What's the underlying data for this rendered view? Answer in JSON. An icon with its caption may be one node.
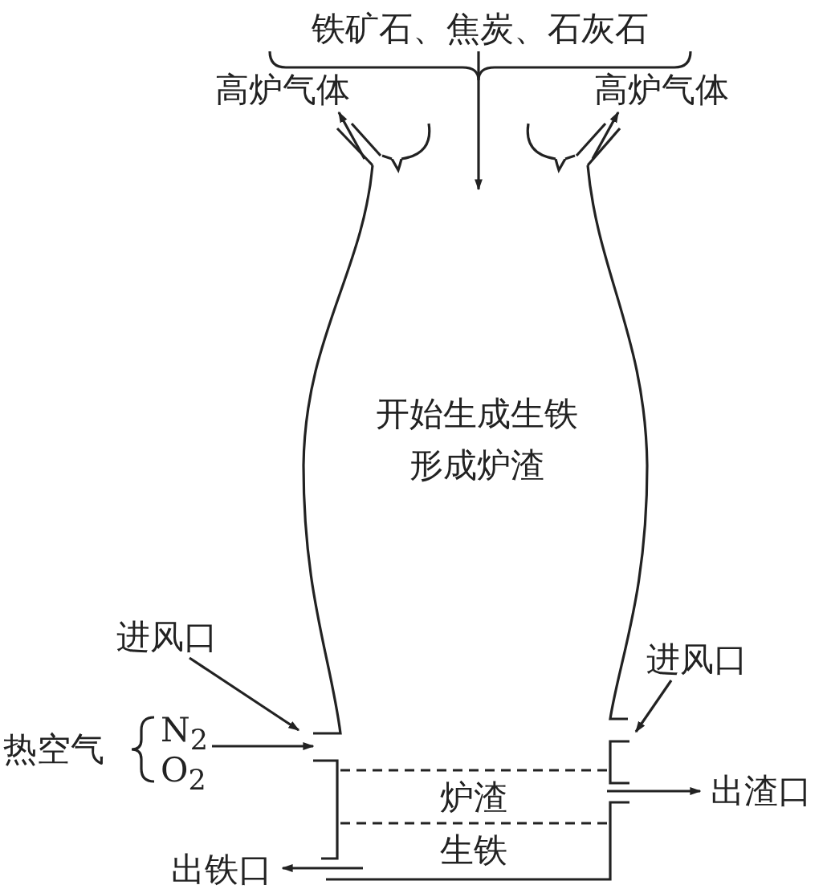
{
  "diagram": {
    "nodes": [
      {
        "text": [
          "开始生成生铁",
          "形成炉渣"
        ]
      },
      {
        "text": [
          "铁矿石、焦炭、石灰石"
        ]
      },
      {
        "text": [
          "高炉气体"
        ]
      },
      {
        "text": [
          "高炉气体"
        ]
      },
      {
        "text": [
          "进风口"
        ]
      },
      {
        "text": [
          "进风口"
        ]
      },
      {
        "text": [
          "热空气",
          "N$_{2}$",
          "O$_{2}$"
        ]
      },
      {
        "text": [
          "炉渣"
        ],
        "in": 0
      },
      {
        "text": [
          "生铁"
        ],
        "in": 0
      },
      {
        "text": [
          "出渣口"
        ]
      },
      {
        "text": [
          "出铁口"
        ]
      }
    ],
    "edges": [
      {
        "from": 1,
        "to": 0,
        "arrow": "to"
      },
      {
        "from": 0,
        "to": 2,
        "arrow": "to"
      },
      {
        "from": 0,
        "to": 3,
        "arrow": "to"
      },
      {
        "from": 4,
        "to": 0,
        "arrow": "to"
      },
      {
        "from": 5,
        "to": 0,
        "arrow": "to"
      },
      {
        "from": 6,
        "to": 0,
        "arrow": "to"
      },
      {
        "from": 7,
        "to": 9,
        "arrow": "to"
      },
      {
        "from": 8,
        "to": 10,
        "arrow": "to"
      }
    ]
  }
}
